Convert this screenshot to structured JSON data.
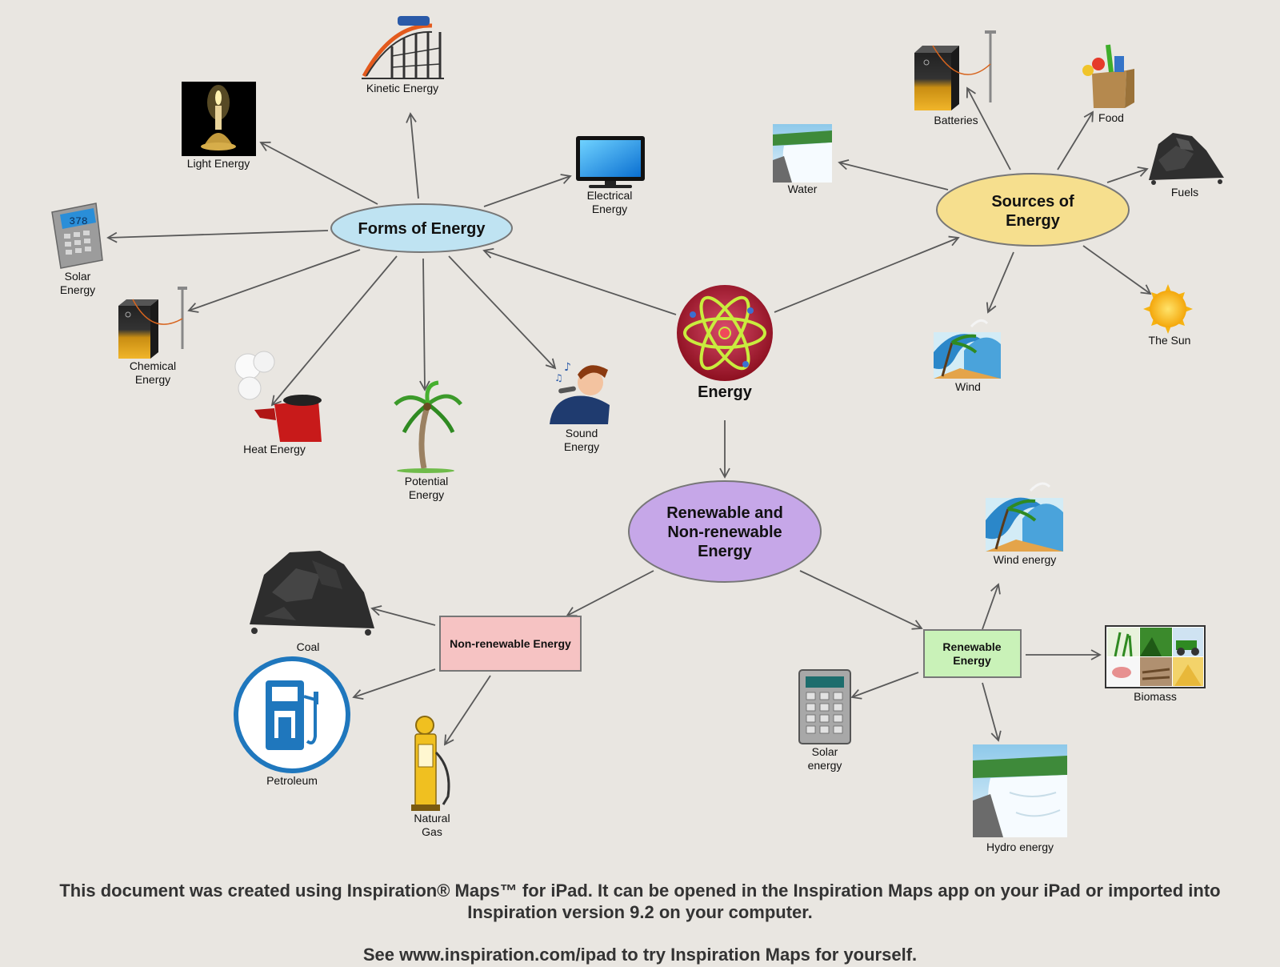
{
  "center": {
    "label": "Energy"
  },
  "forms": {
    "label": "Forms of Energy",
    "items": {
      "kinetic": "Kinetic Energy",
      "light": "Light Energy",
      "electrical": [
        "Electrical",
        "Energy"
      ],
      "solar": [
        "Solar",
        "Energy"
      ],
      "chemical": [
        "Chemical",
        "Energy"
      ],
      "heat": "Heat Energy",
      "potential": [
        "Potential",
        "Energy"
      ],
      "sound": [
        "Sound",
        "Energy"
      ]
    }
  },
  "sources": {
    "label": [
      "Sources of",
      "Energy"
    ],
    "items": {
      "batteries": "Batteries",
      "food": "Food",
      "water": "Water",
      "fuels": "Fuels",
      "wind": "Wind",
      "sun": "The Sun"
    }
  },
  "renew_nonrenew": {
    "label": [
      "Renewable and",
      "Non-renewable",
      "Energy"
    ]
  },
  "nonrenewable": {
    "label": "Non-renewable Energy",
    "items": {
      "coal": "Coal",
      "petroleum": "Petroleum",
      "gas": [
        "Natural",
        "Gas"
      ]
    }
  },
  "renewable": {
    "label": [
      "Renewable",
      "Energy"
    ],
    "items": {
      "wind": "Wind energy",
      "biomass": "Biomass",
      "solar": [
        "Solar",
        "energy"
      ],
      "hydro": "Hydro energy"
    }
  },
  "calc_display": "378",
  "footer": {
    "line1": "This document was created using Inspiration® Maps™ for iPad. It can be opened in the Inspiration Maps app on your iPad or imported into",
    "line2": "Inspiration version 9.2 on your computer.",
    "line3": "See www.inspiration.com/ipad to try Inspiration Maps for yourself."
  },
  "colors": {
    "forms_fill": "#bfe3f2",
    "sources_fill": "#f6df8e",
    "renew_nonrenew_fill": "#c6a7e8",
    "nonrenewable_fill": "#f6c3c3",
    "renewable_fill": "#c9f2b8",
    "background": "#e9e6e1"
  }
}
